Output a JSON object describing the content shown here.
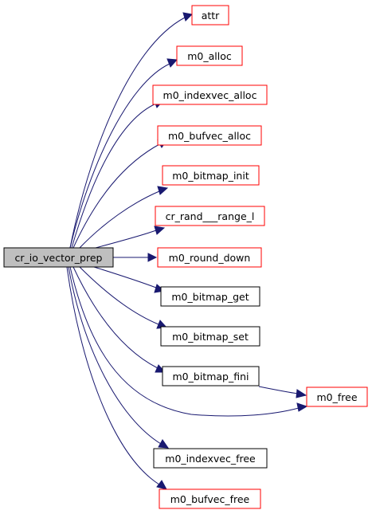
{
  "graph": {
    "colors": {
      "edge": "#191970",
      "root_fill": "#bfbfbf",
      "node_fill": "#ffffff",
      "border_red": "#ff0000",
      "border_black": "#000000"
    },
    "root": {
      "id": "cr_io_vector_prep",
      "label": "cr_io_vector_prep"
    },
    "nodes": [
      {
        "id": "attr",
        "label": "attr",
        "border": "red"
      },
      {
        "id": "m0_alloc",
        "label": "m0_alloc",
        "border": "red"
      },
      {
        "id": "m0_indexvec_alloc",
        "label": "m0_indexvec_alloc",
        "border": "red"
      },
      {
        "id": "m0_bufvec_alloc",
        "label": "m0_bufvec_alloc",
        "border": "red"
      },
      {
        "id": "m0_bitmap_init",
        "label": "m0_bitmap_init",
        "border": "red"
      },
      {
        "id": "cr_rand___range_l",
        "label": "cr_rand___range_l",
        "border": "red"
      },
      {
        "id": "m0_round_down",
        "label": "m0_round_down",
        "border": "red"
      },
      {
        "id": "m0_bitmap_get",
        "label": "m0_bitmap_get",
        "border": "black"
      },
      {
        "id": "m0_bitmap_set",
        "label": "m0_bitmap_set",
        "border": "black"
      },
      {
        "id": "m0_bitmap_fini",
        "label": "m0_bitmap_fini",
        "border": "black"
      },
      {
        "id": "m0_free",
        "label": "m0_free",
        "border": "red"
      },
      {
        "id": "m0_indexvec_free",
        "label": "m0_indexvec_free",
        "border": "black"
      },
      {
        "id": "m0_bufvec_free",
        "label": "m0_bufvec_free",
        "border": "red"
      }
    ],
    "edges": [
      {
        "from": "cr_io_vector_prep",
        "to": "attr"
      },
      {
        "from": "cr_io_vector_prep",
        "to": "m0_alloc"
      },
      {
        "from": "cr_io_vector_prep",
        "to": "m0_indexvec_alloc"
      },
      {
        "from": "cr_io_vector_prep",
        "to": "m0_bufvec_alloc"
      },
      {
        "from": "cr_io_vector_prep",
        "to": "m0_bitmap_init"
      },
      {
        "from": "cr_io_vector_prep",
        "to": "cr_rand___range_l"
      },
      {
        "from": "cr_io_vector_prep",
        "to": "m0_round_down"
      },
      {
        "from": "cr_io_vector_prep",
        "to": "m0_bitmap_get"
      },
      {
        "from": "cr_io_vector_prep",
        "to": "m0_bitmap_set"
      },
      {
        "from": "cr_io_vector_prep",
        "to": "m0_bitmap_fini"
      },
      {
        "from": "cr_io_vector_prep",
        "to": "m0_free"
      },
      {
        "from": "cr_io_vector_prep",
        "to": "m0_indexvec_free"
      },
      {
        "from": "cr_io_vector_prep",
        "to": "m0_bufvec_free"
      },
      {
        "from": "m0_bitmap_fini",
        "to": "m0_free"
      }
    ]
  }
}
